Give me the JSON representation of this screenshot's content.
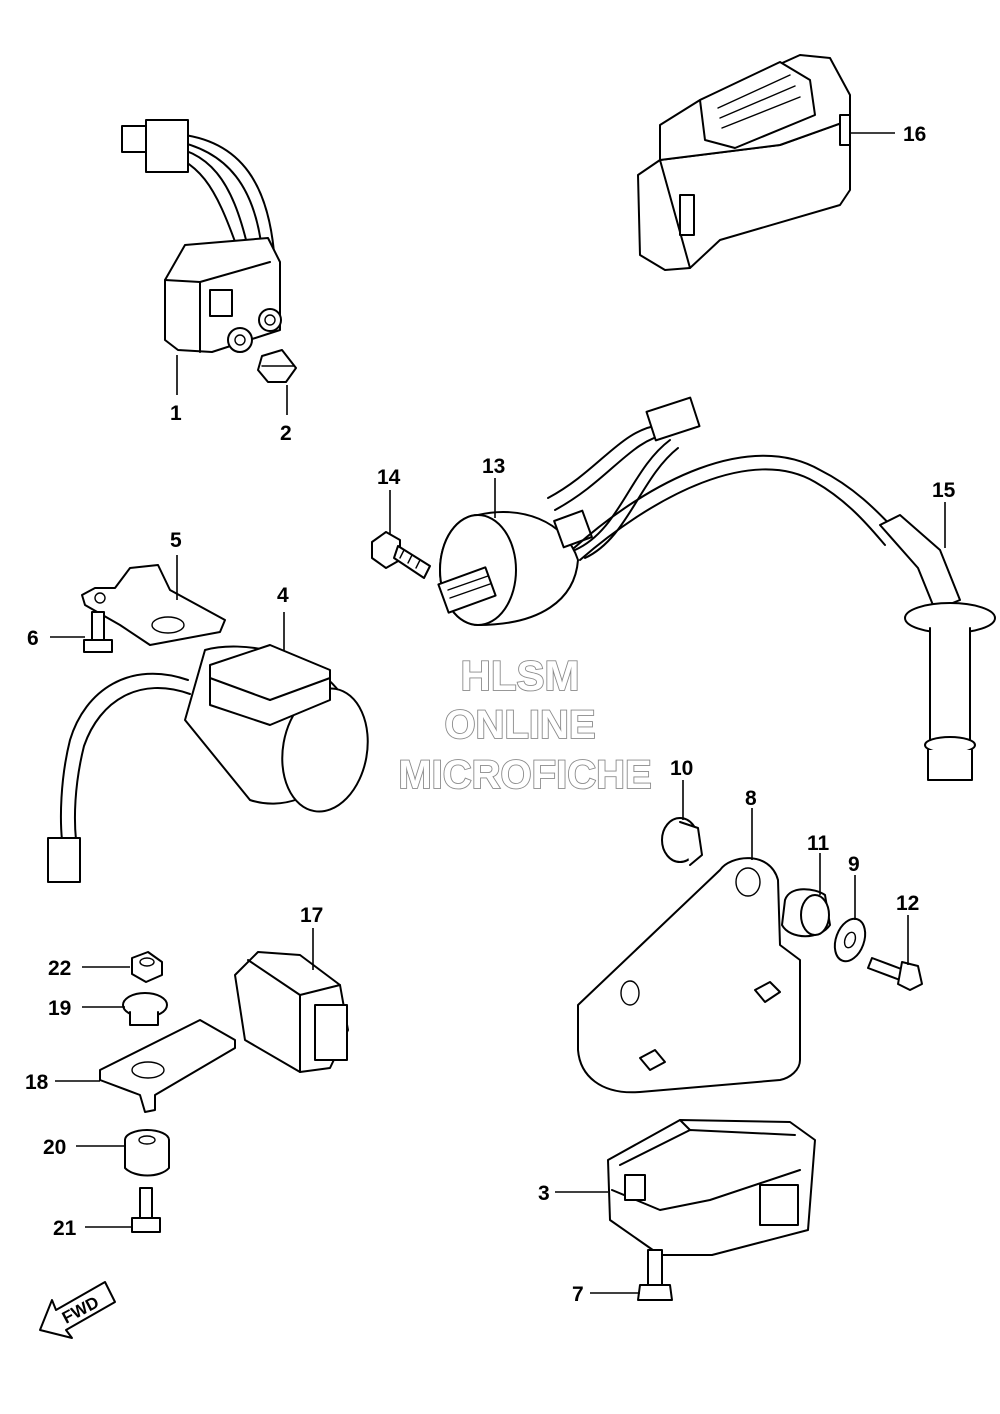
{
  "watermark": {
    "line1": "HLSM",
    "line2": "ONLINE",
    "line3": "MICROFICHE"
  },
  "direction_arrow": {
    "label": "FWD",
    "icon": "forward-arrow-icon"
  },
  "callouts": [
    {
      "id": "1",
      "label": "1"
    },
    {
      "id": "2",
      "label": "2"
    },
    {
      "id": "3",
      "label": "3"
    },
    {
      "id": "4",
      "label": "4"
    },
    {
      "id": "5",
      "label": "5"
    },
    {
      "id": "6",
      "label": "6"
    },
    {
      "id": "7",
      "label": "7"
    },
    {
      "id": "8",
      "label": "8"
    },
    {
      "id": "9",
      "label": "9"
    },
    {
      "id": "10",
      "label": "10"
    },
    {
      "id": "11",
      "label": "11"
    },
    {
      "id": "12",
      "label": "12"
    },
    {
      "id": "13",
      "label": "13"
    },
    {
      "id": "14",
      "label": "14"
    },
    {
      "id": "15",
      "label": "15"
    },
    {
      "id": "16",
      "label": "16"
    },
    {
      "id": "17",
      "label": "17"
    },
    {
      "id": "18",
      "label": "18"
    },
    {
      "id": "19",
      "label": "19"
    },
    {
      "id": "20",
      "label": "20"
    },
    {
      "id": "21",
      "label": "21"
    },
    {
      "id": "22",
      "label": "22"
    }
  ]
}
